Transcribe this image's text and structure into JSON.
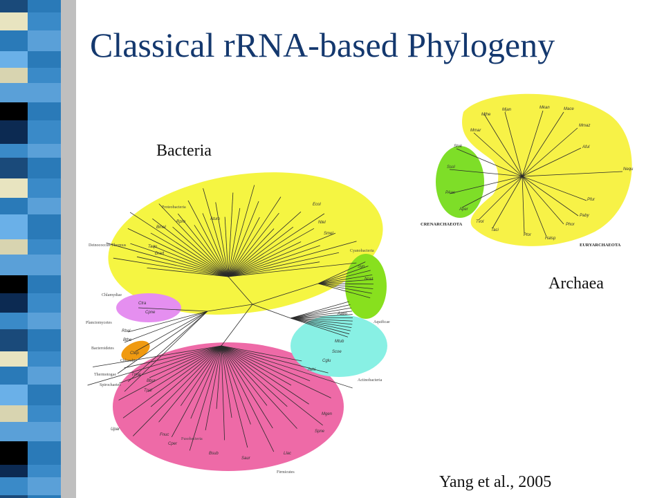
{
  "slide": {
    "title": "Classical rRNA-based Phylogeny",
    "citation": "Yang et al., 2005"
  },
  "bacteria": {
    "label": "Bacteria",
    "groups": {
      "proteobacteria": "Proteobacteria",
      "deinococcus": "Deinococcus-Thermus",
      "chlamydiae": "Chlamydiae",
      "planctomycetes": "Planctomycetes",
      "bacteroidetes": "Bacteroidetes",
      "chlorobi": "Chlorobi",
      "thermotogae": "Thermotogae",
      "spirochaetes": "Spirochaetes",
      "fusobacteria": "Fusobacteria",
      "firmicutes": "Firmicutes",
      "cyanobacteria": "Cyanobacteria",
      "aquificae": "Aquificae",
      "actinobacteria": "Actinobacteria"
    },
    "tips": {
      "ecol": "Ecol",
      "rpro": "Rpro",
      "bmel": "Bmel",
      "atum": "Atum",
      "ntel": "Ntel",
      "smel": "Smel",
      "taqu": "Taqu",
      "drad": "Drad",
      "ctra": "Ctra",
      "cpne": "Cpne",
      "rbal": "Rbal",
      "bthe": "Bthe",
      "ctep": "Ctep",
      "tmar": "Tmar",
      "bbur": "Bbur",
      "tpal": "Tpal",
      "fnuc": "Fnuc",
      "cper": "Cper",
      "bsub": "Bsub",
      "saur": "Saur",
      "llac": "Llac",
      "spne": "Spne",
      "mgen": "Mgen",
      "upar": "Upar",
      "syn": "Syn",
      "nost": "Nost",
      "aaeo": "Aaeo",
      "mtub": "Mtub",
      "scoe": "Scoe",
      "cglu": "Cglu",
      "twhi": "Twhi"
    }
  },
  "archaea": {
    "label": "Archaea",
    "groups": {
      "crenarchaeota": "CRENARCHAEOTA",
      "euryarchaeota": "EURYARCHAEOTA"
    },
    "tips": {
      "mthe": "Mthe",
      "mjan": "Mjan",
      "mkan": "Mkan",
      "mace": "Mace",
      "mmaz": "Mmaz",
      "aful": "Aful",
      "mmar": "Mmar",
      "sto": "Stok",
      "ssol": "Ssol",
      "pae": "PAae",
      "ape": "Aper",
      "nequ": "Nequ",
      "pfur": "Pfur",
      "paby": "Paby",
      "phor": "Phor",
      "tvol": "Tvol",
      "taci": "Taci",
      "ptor": "Ptor",
      "halo": "Halsp"
    }
  },
  "colors": {
    "proteobacteria": "#f5f542",
    "firmicutes": "#ee6aa7",
    "cyanobacteria": "#88e01e",
    "aquificae": "#88f0e4",
    "chlamydiae": "#e58ff0",
    "chlorobi": "#f09a10",
    "crenarchaeota": "#7ede28",
    "euryarchaeota": "#f7f247",
    "title": "#14386e"
  }
}
